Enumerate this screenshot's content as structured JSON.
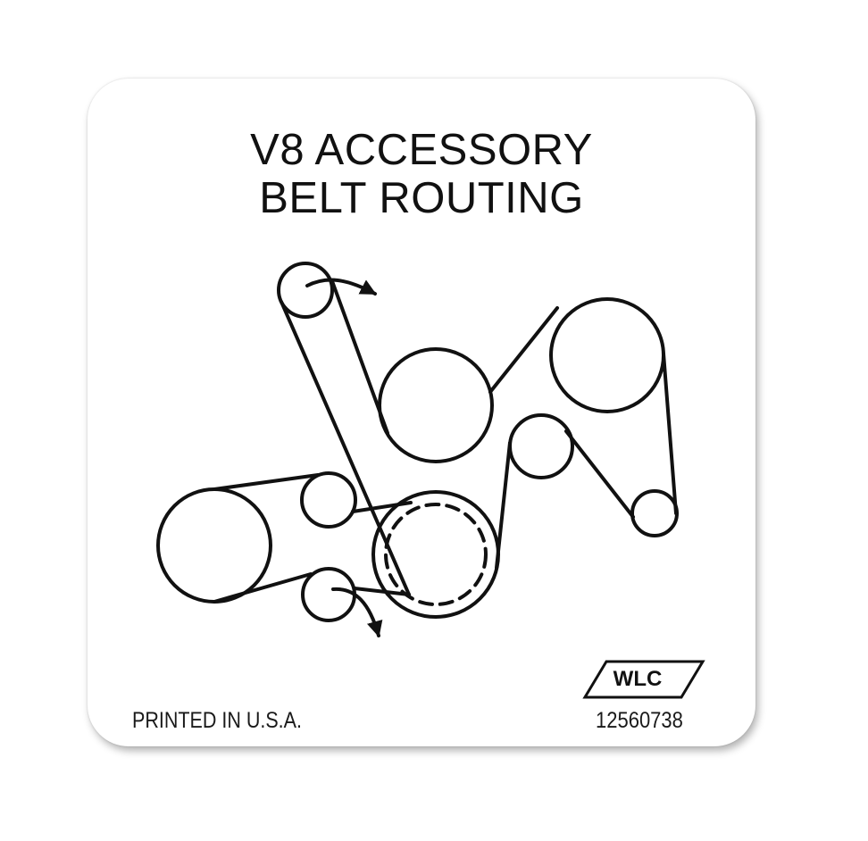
{
  "title": {
    "line1": "V8 ACCESSORY",
    "line2": "BELT ROUTING"
  },
  "footer": {
    "printed": "PRINTED IN U.S.A.",
    "part_number": "12560738",
    "logo": "WLC"
  },
  "colors": {
    "ink": "#111111",
    "background": "#ffffff"
  }
}
